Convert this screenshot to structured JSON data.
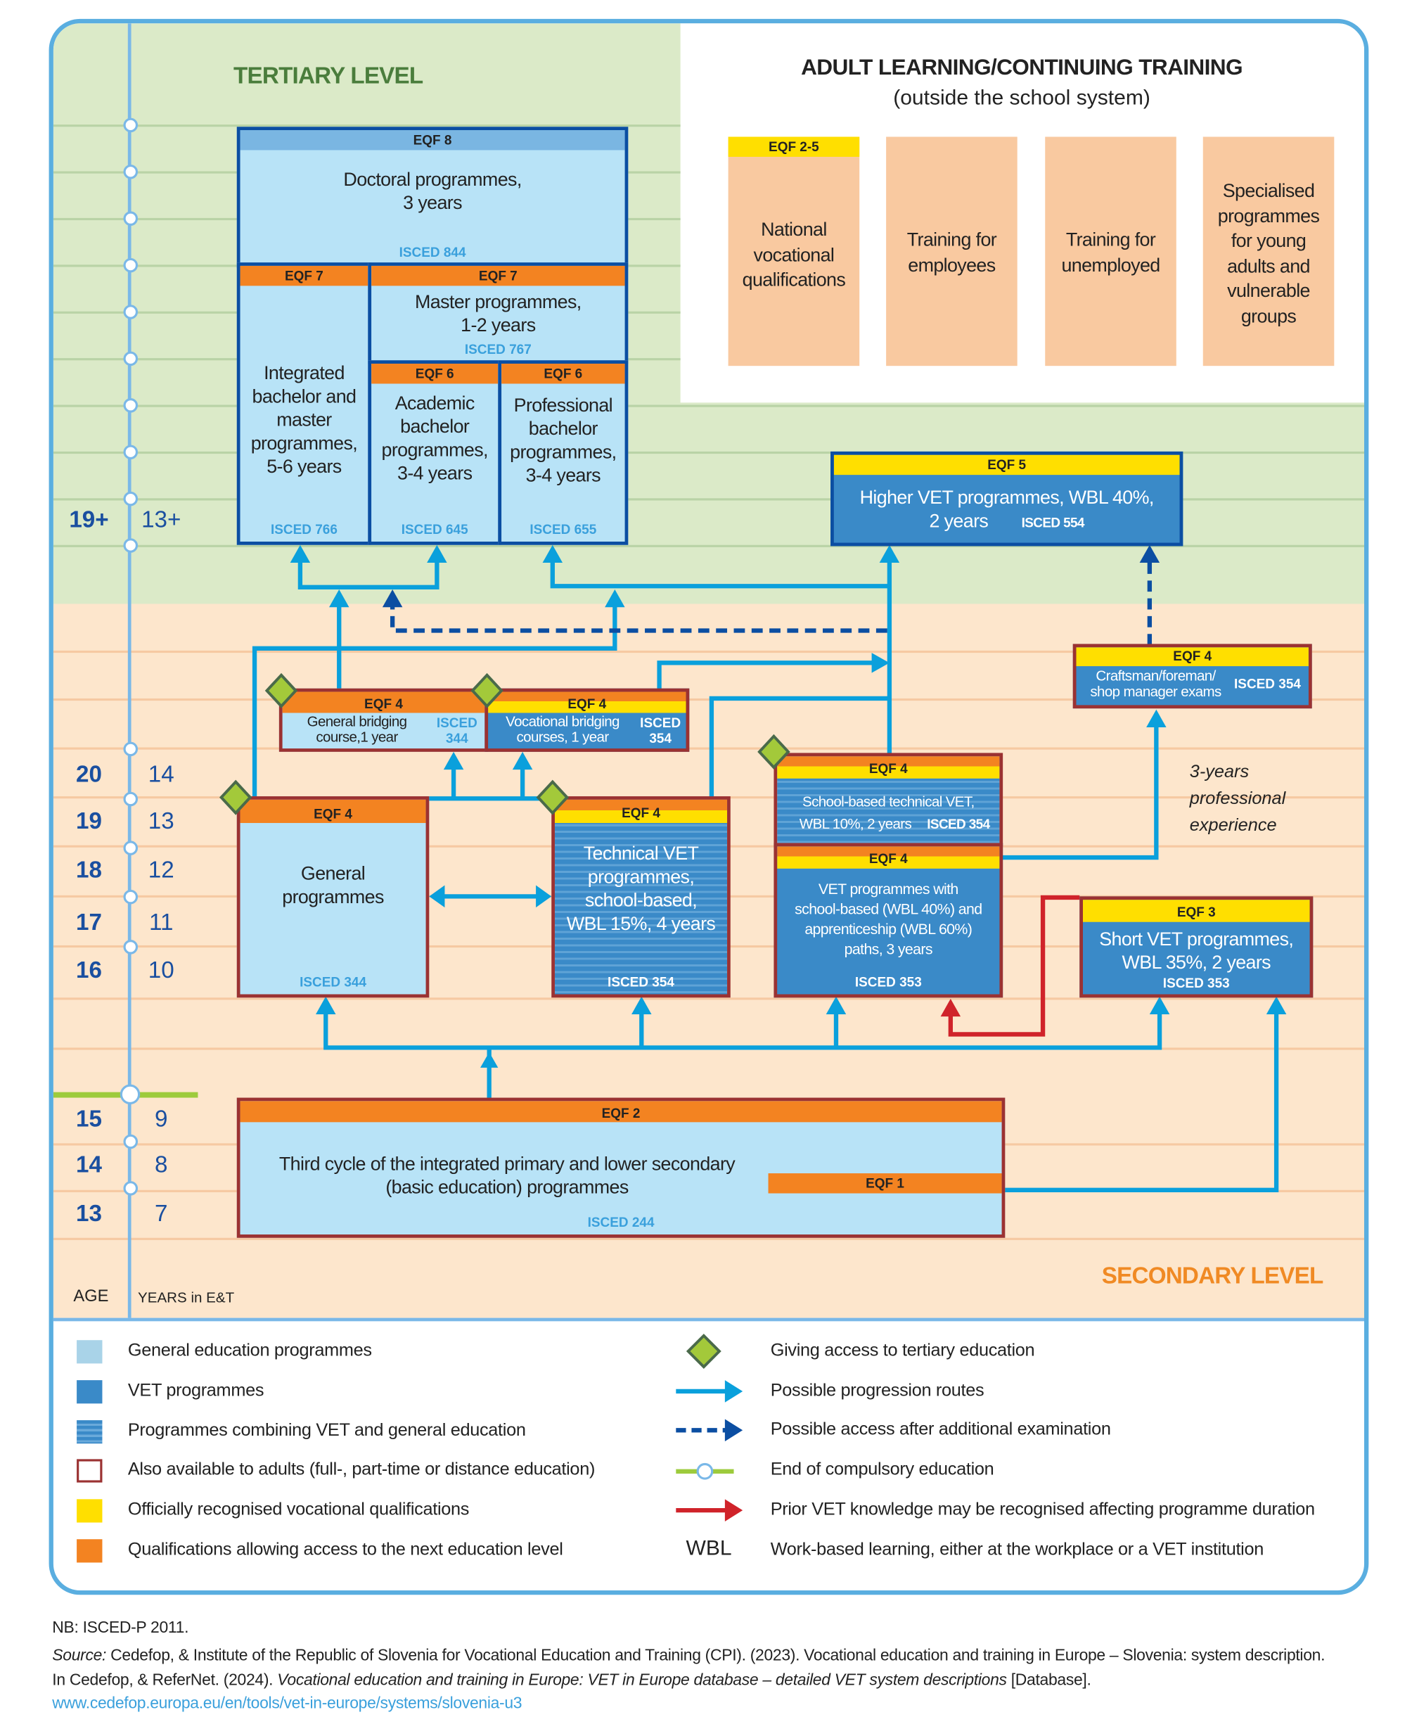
{
  "colors": {
    "vet_blue": "#3a8ac8",
    "general_blue": "#b8e3f7",
    "frame_blue": "#5aaee0",
    "eqf_orange": "#f38321",
    "eqf_yellow": "#ffdf00",
    "adult_red": "#9b3232",
    "arrow_blue": "#0aa0dc",
    "dashed_blue": "#0b4ea2",
    "red_arrow": "#d0232a",
    "diamond_green": "#a3c93a",
    "tertiary_green": "#4a7d3c",
    "secondary_orange": "#f08a24"
  },
  "levels": {
    "tertiary": "TERTIARY LEVEL",
    "secondary": "SECONDARY LEVEL"
  },
  "axis": {
    "age_label": "AGE",
    "years_label": "YEARS in E&T",
    "rows": [
      {
        "age": "19+",
        "years": "13+"
      },
      {
        "age": "20",
        "years": "14"
      },
      {
        "age": "19",
        "years": "13"
      },
      {
        "age": "18",
        "years": "12"
      },
      {
        "age": "17",
        "years": "11"
      },
      {
        "age": "16",
        "years": "10"
      },
      {
        "age": "15",
        "years": "9"
      },
      {
        "age": "14",
        "years": "8"
      },
      {
        "age": "13",
        "years": "7"
      }
    ]
  },
  "adult": {
    "title": "ADULT LEARNING/CONTINUING TRAINING",
    "subtitle": "(outside the school system)",
    "boxes": [
      {
        "eqf": "EQF 2-5",
        "l1": "National",
        "l2": "vocational",
        "l3": "qualifications"
      },
      {
        "l1": "Training for",
        "l2": "employees"
      },
      {
        "l1": "Training for",
        "l2": "unemployed"
      },
      {
        "l1": "Specialised",
        "l2": "programmes",
        "l3": "for young",
        "l4": "adults and",
        "l5": "vulnerable",
        "l6": "groups"
      }
    ]
  },
  "boxes": {
    "doctoral": {
      "eqf": "EQF 8",
      "l1": "Doctoral programmes,",
      "l2": "3 years",
      "isced": "ISCED 844"
    },
    "integrated": {
      "eqf": "EQF 7",
      "l1": "Integrated",
      "l2": "bachelor and",
      "l3": "master",
      "l4": "programmes,",
      "l5": "5-6 years",
      "isced": "ISCED 766"
    },
    "master": {
      "eqf": "EQF 7",
      "l1": "Master programmes,",
      "l2": "1-2 years",
      "isced": "ISCED 767"
    },
    "academic": {
      "eqf": "EQF 6",
      "l1": "Academic",
      "l2": "bachelor",
      "l3": "programmes,",
      "l4": "3-4 years",
      "isced": "ISCED 645"
    },
    "professional": {
      "eqf": "EQF 6",
      "l1": "Professional",
      "l2": "bachelor",
      "l3": "programmes,",
      "l4": "3-4 years",
      "isced": "ISCED 655"
    },
    "higher_vet": {
      "eqf": "EQF 5",
      "l1": "Higher VET programmes, WBL 40%,",
      "l2": "2 years",
      "isced": "ISCED 554"
    },
    "craftsman": {
      "eqf": "EQF 4",
      "l1": "Craftsman/foreman/",
      "l2": "shop manager exams",
      "isced": "ISCED 354"
    },
    "general_bridging": {
      "eqf": "EQF 4",
      "l1": "General bridging",
      "l2": "course,1 year",
      "isced1": "ISCED",
      "isced2": "344"
    },
    "vocational_bridging": {
      "eqf": "EQF 4",
      "l1": "Vocational bridging",
      "l2": "courses, 1 year",
      "isced1": "ISCED",
      "isced2": "354"
    },
    "general": {
      "eqf": "EQF 4",
      "l1": "General",
      "l2": "programmes",
      "isced": "ISCED 344"
    },
    "technical": {
      "eqf": "EQF 4",
      "l1": "Technical VET",
      "l2": "programmes,",
      "l3": "school-based,",
      "l4": "WBL 15%, 4 years",
      "isced": "ISCED 354"
    },
    "school_technical": {
      "eqf": "EQF 4",
      "l1": "School-based technical VET,",
      "l2": "WBL 10%, 2 years",
      "isced": "ISCED 354"
    },
    "vet": {
      "eqf": "EQF 4",
      "l1": "VET programmes with",
      "l2": "school-based (WBL 40%) and",
      "l3": "apprenticeship (WBL 60%)",
      "l4": "paths, 3 years",
      "isced": "ISCED 353"
    },
    "short_vet": {
      "eqf": "EQF 3",
      "l1": "Short VET programmes,",
      "l2": "WBL 35%, 2 years",
      "isced": "ISCED 353"
    },
    "basic": {
      "eqf": "EQF 2",
      "eqf1": "EQF 1",
      "l1": "Third cycle of the integrated primary and lower secondary",
      "l2": "(basic education) programmes",
      "isced": "ISCED 244"
    }
  },
  "experience_note": {
    "l1": "3-years",
    "l2": "professional",
    "l3": "experience"
  },
  "legend": {
    "left": [
      {
        "icon": "light-blue-square",
        "label": "General education programmes"
      },
      {
        "icon": "blue-square",
        "label": "VET programmes"
      },
      {
        "icon": "striped-square",
        "label": "Programmes combining VET and general education"
      },
      {
        "icon": "red-outline-square",
        "label": "Also available to adults (full-, part-time or distance education)"
      },
      {
        "icon": "yellow-square",
        "label": "Officially recognised vocational qualifications"
      },
      {
        "icon": "orange-square",
        "label": "Qualifications allowing access to the next education level"
      }
    ],
    "right": [
      {
        "icon": "green-diamond",
        "label": "Giving access to tertiary education"
      },
      {
        "icon": "blue-arrow",
        "label": "Possible progression routes"
      },
      {
        "icon": "dashed-arrow",
        "label": "Possible access after additional examination"
      },
      {
        "icon": "green-line-circle",
        "label": "End of compulsory education"
      },
      {
        "icon": "red-arrow",
        "label": "Prior VET knowledge may be recognised affecting programme duration"
      },
      {
        "icon": "wbl-text",
        "symbol": "WBL",
        "label": "Work-based learning, either at the workplace or a VET institution"
      }
    ]
  },
  "footer": {
    "nb": "NB: ISCED-P 2011.",
    "source_label": "Source:",
    "source_1": " Cedefop, & Institute of the Republic of Slovenia for Vocational Education and Training (CPI). (2023). Vocational education and training in Europe – Slovenia: system description.",
    "source_2a": "In Cedefop, & ReferNet. (2024). ",
    "source_2b": "Vocational education and training in Europe: VET in Europe database – detailed VET system descriptions",
    "source_2c": " [Database].",
    "link": "www.cedefop.europa.eu/en/tools/vet-in-europe/systems/slovenia-u3"
  }
}
